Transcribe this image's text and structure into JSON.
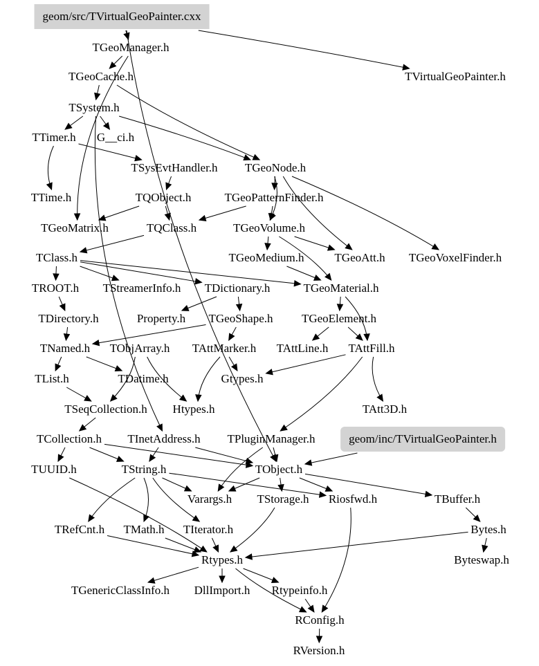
{
  "title": "geom/src/TVirtualGeoPainter.cxx",
  "colors": {
    "highlight_fill": "#d3d3d3",
    "edge": "#000000",
    "text": "#000000",
    "background": "#ffffff"
  },
  "nodes": [
    {
      "id": "src",
      "label": "geom/src/TVirtualGeoPainter.cxx",
      "highlight": true
    },
    {
      "id": "TGeoManager",
      "label": "TGeoManager.h"
    },
    {
      "id": "TVirtualGeoPainterH",
      "label": "TVirtualGeoPainter.h"
    },
    {
      "id": "TGeoCache",
      "label": "TGeoCache.h"
    },
    {
      "id": "TSystem",
      "label": "TSystem.h"
    },
    {
      "id": "TTimer",
      "label": "TTimer.h"
    },
    {
      "id": "G__ci",
      "label": "G__ci.h"
    },
    {
      "id": "TSysEvtHandler",
      "label": "TSysEvtHandler.h"
    },
    {
      "id": "TGeoNode",
      "label": "TGeoNode.h"
    },
    {
      "id": "TTime",
      "label": "TTime.h"
    },
    {
      "id": "TQObject",
      "label": "TQObject.h"
    },
    {
      "id": "TGeoPatternFinder",
      "label": "TGeoPatternFinder.h"
    },
    {
      "id": "TGeoMatrix",
      "label": "TGeoMatrix.h"
    },
    {
      "id": "TQClass",
      "label": "TQClass.h"
    },
    {
      "id": "TGeoVolume",
      "label": "TGeoVolume.h"
    },
    {
      "id": "TClass",
      "label": "TClass.h"
    },
    {
      "id": "TGeoMedium",
      "label": "TGeoMedium.h"
    },
    {
      "id": "TGeoAtt",
      "label": "TGeoAtt.h"
    },
    {
      "id": "TGeoVoxelFinder",
      "label": "TGeoVoxelFinder.h"
    },
    {
      "id": "TROOT",
      "label": "TROOT.h"
    },
    {
      "id": "TStreamerInfo",
      "label": "TStreamerInfo.h"
    },
    {
      "id": "TDictionary",
      "label": "TDictionary.h"
    },
    {
      "id": "TGeoMaterial",
      "label": "TGeoMaterial.h"
    },
    {
      "id": "TDirectory",
      "label": "TDirectory.h"
    },
    {
      "id": "Property",
      "label": "Property.h"
    },
    {
      "id": "TGeoShape",
      "label": "TGeoShape.h"
    },
    {
      "id": "TGeoElement",
      "label": "TGeoElement.h"
    },
    {
      "id": "TNamed",
      "label": "TNamed.h"
    },
    {
      "id": "TObjArray",
      "label": "TObjArray.h"
    },
    {
      "id": "TAttMarker",
      "label": "TAttMarker.h"
    },
    {
      "id": "TAttLine",
      "label": "TAttLine.h"
    },
    {
      "id": "TAttFill",
      "label": "TAttFill.h"
    },
    {
      "id": "TList",
      "label": "TList.h"
    },
    {
      "id": "TDatime",
      "label": "TDatime.h"
    },
    {
      "id": "Gtypes",
      "label": "Gtypes.h"
    },
    {
      "id": "TSeqCollection",
      "label": "TSeqCollection.h"
    },
    {
      "id": "Htypes",
      "label": "Htypes.h"
    },
    {
      "id": "TAtt3D",
      "label": "TAtt3D.h"
    },
    {
      "id": "TCollection",
      "label": "TCollection.h"
    },
    {
      "id": "TInetAddress",
      "label": "TInetAddress.h"
    },
    {
      "id": "TPluginManager",
      "label": "TPluginManager.h"
    },
    {
      "id": "inc",
      "label": "geom/inc/TVirtualGeoPainter.h",
      "highlight": true
    },
    {
      "id": "TUUID",
      "label": "TUUID.h"
    },
    {
      "id": "TString",
      "label": "TString.h"
    },
    {
      "id": "TObject",
      "label": "TObject.h"
    },
    {
      "id": "Varargs",
      "label": "Varargs.h"
    },
    {
      "id": "TStorage",
      "label": "TStorage.h"
    },
    {
      "id": "Riosfwd",
      "label": "Riosfwd.h"
    },
    {
      "id": "TBuffer",
      "label": "TBuffer.h"
    },
    {
      "id": "TRefCnt",
      "label": "TRefCnt.h"
    },
    {
      "id": "TMath",
      "label": "TMath.h"
    },
    {
      "id": "TIterator",
      "label": "TIterator.h"
    },
    {
      "id": "Bytes",
      "label": "Bytes.h"
    },
    {
      "id": "Rtypes",
      "label": "Rtypes.h"
    },
    {
      "id": "Byteswap",
      "label": "Byteswap.h"
    },
    {
      "id": "TGenericClassInfo",
      "label": "TGenericClassInfo.h"
    },
    {
      "id": "DllImport",
      "label": "DllImport.h"
    },
    {
      "id": "Rtypeinfo",
      "label": "Rtypeinfo.h"
    },
    {
      "id": "RConfig",
      "label": "RConfig.h"
    },
    {
      "id": "RVersion",
      "label": "RVersion.h"
    }
  ],
  "edges": [
    [
      "src",
      "TGeoManager"
    ],
    [
      "src",
      "TVirtualGeoPainterH"
    ],
    [
      "src",
      "TObject"
    ],
    [
      "TGeoManager",
      "TGeoCache"
    ],
    [
      "TGeoManager",
      "TGeoMatrix"
    ],
    [
      "TGeoCache",
      "TSystem"
    ],
    [
      "TGeoCache",
      "TGeoNode"
    ],
    [
      "TSystem",
      "TTimer"
    ],
    [
      "TSystem",
      "G__ci"
    ],
    [
      "TSystem",
      "TGeoNode"
    ],
    [
      "TSystem",
      "TInetAddress"
    ],
    [
      "TTimer",
      "TSysEvtHandler"
    ],
    [
      "TTimer",
      "TTime"
    ],
    [
      "TSysEvtHandler",
      "TQObject"
    ],
    [
      "TGeoNode",
      "TGeoPatternFinder"
    ],
    [
      "TGeoNode",
      "TGeoVolume"
    ],
    [
      "TGeoNode",
      "TGeoAtt"
    ],
    [
      "TGeoNode",
      "TGeoVoxelFinder"
    ],
    [
      "TQObject",
      "TQClass"
    ],
    [
      "TQObject",
      "TGeoMatrix"
    ],
    [
      "TGeoPatternFinder",
      "TGeoVolume"
    ],
    [
      "TGeoPatternFinder",
      "TQClass"
    ],
    [
      "TQClass",
      "TClass"
    ],
    [
      "TGeoVolume",
      "TGeoMedium"
    ],
    [
      "TGeoVolume",
      "TGeoAtt"
    ],
    [
      "TGeoVolume",
      "TGeoMaterial"
    ],
    [
      "TClass",
      "TROOT"
    ],
    [
      "TClass",
      "TStreamerInfo"
    ],
    [
      "TClass",
      "TDictionary"
    ],
    [
      "TClass",
      "TGeoMaterial"
    ],
    [
      "TGeoMedium",
      "TGeoMaterial"
    ],
    [
      "TROOT",
      "TDirectory"
    ],
    [
      "TDictionary",
      "Property"
    ],
    [
      "TDictionary",
      "TGeoShape"
    ],
    [
      "TGeoMaterial",
      "TGeoElement"
    ],
    [
      "TGeoMaterial",
      "TAttFill"
    ],
    [
      "TDirectory",
      "TNamed"
    ],
    [
      "TGeoElement",
      "TAttLine"
    ],
    [
      "TGeoElement",
      "TAttFill"
    ],
    [
      "TGeoShape",
      "TNamed"
    ],
    [
      "TGeoShape",
      "TAttMarker"
    ],
    [
      "TNamed",
      "TList"
    ],
    [
      "TNamed",
      "TDatime"
    ],
    [
      "TObjArray",
      "TSeqCollection"
    ],
    [
      "TObjArray",
      "Htypes"
    ],
    [
      "TAttMarker",
      "Gtypes"
    ],
    [
      "TAttMarker",
      "Htypes"
    ],
    [
      "TAttFill",
      "Gtypes"
    ],
    [
      "TAttFill",
      "TAtt3D"
    ],
    [
      "TAttFill",
      "TPluginManager"
    ],
    [
      "TList",
      "TSeqCollection"
    ],
    [
      "TSeqCollection",
      "TCollection"
    ],
    [
      "TCollection",
      "TString"
    ],
    [
      "TCollection",
      "TUUID"
    ],
    [
      "TCollection",
      "TObject"
    ],
    [
      "TInetAddress",
      "TString"
    ],
    [
      "TInetAddress",
      "TObject"
    ],
    [
      "TPluginManager",
      "TObject"
    ],
    [
      "TPluginManager",
      "Varargs"
    ],
    [
      "inc",
      "TObject"
    ],
    [
      "TString",
      "TRefCnt"
    ],
    [
      "TString",
      "TMath"
    ],
    [
      "TString",
      "TIterator"
    ],
    [
      "TString",
      "Riosfwd"
    ],
    [
      "TString",
      "Varargs"
    ],
    [
      "TObject",
      "Varargs"
    ],
    [
      "TObject",
      "TStorage"
    ],
    [
      "TObject",
      "Riosfwd"
    ],
    [
      "TObject",
      "TBuffer"
    ],
    [
      "TStorage",
      "Rtypes"
    ],
    [
      "TRefCnt",
      "Rtypes"
    ],
    [
      "TMath",
      "Rtypes"
    ],
    [
      "TIterator",
      "Rtypes"
    ],
    [
      "TUUID",
      "Rtypes"
    ],
    [
      "TBuffer",
      "Bytes"
    ],
    [
      "Bytes",
      "Byteswap"
    ],
    [
      "Bytes",
      "Rtypes"
    ],
    [
      "Rtypes",
      "TGenericClassInfo"
    ],
    [
      "Rtypes",
      "DllImport"
    ],
    [
      "Rtypes",
      "Rtypeinfo"
    ],
    [
      "Rtypes",
      "RConfig"
    ],
    [
      "Riosfwd",
      "RConfig"
    ],
    [
      "Rtypeinfo",
      "RConfig"
    ],
    [
      "RConfig",
      "RVersion"
    ]
  ]
}
